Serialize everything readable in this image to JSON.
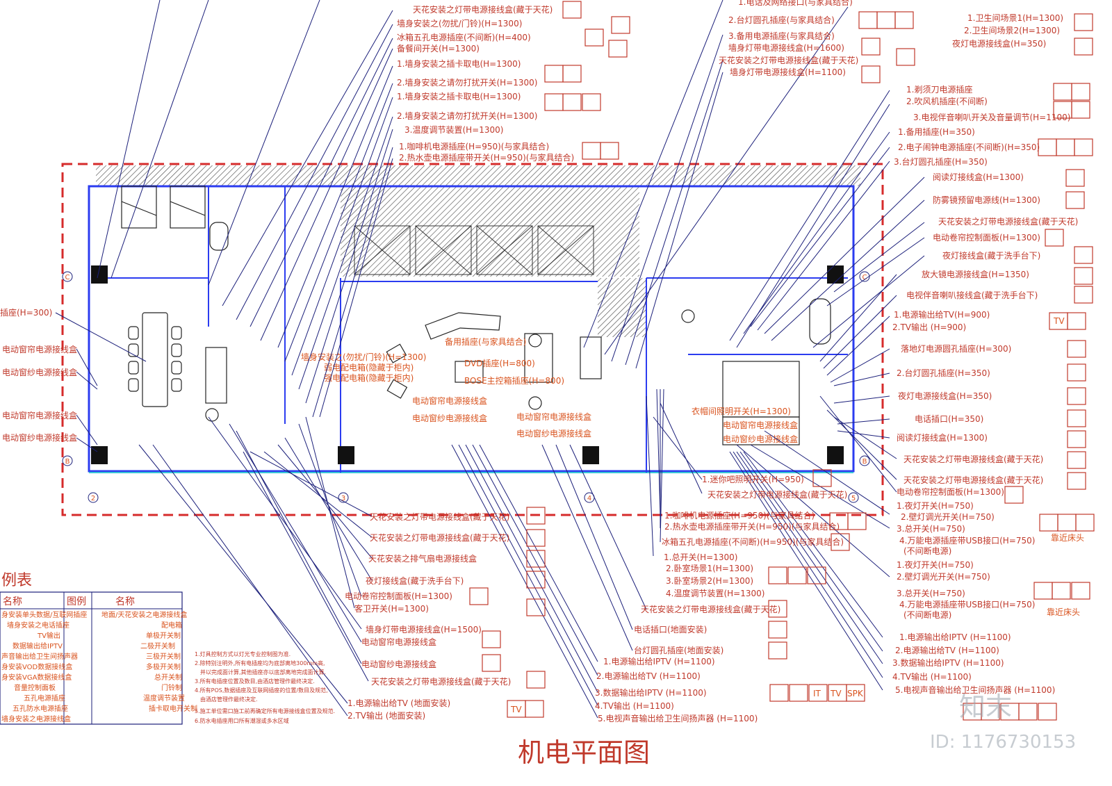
{
  "drawing_title": "机电平面图",
  "id_text": "ID: 1176730153",
  "watermark": "知末",
  "legend": {
    "title": "例表",
    "col_headers": [
      "名称",
      "图例",
      "名称"
    ],
    "left_names": [
      "身安装单头数据/互联网插座",
      "墙身安装之电话插座",
      "TV输出",
      "数据输出给IPTV",
      "声音输出给卫生间扬声器",
      "身安装VOD数据接线盒",
      "身安装VGA数据接线盒",
      "音量控制面板",
      "五孔电源插座",
      "五孔防水电源插座",
      "墙身安装之电源接线盒"
    ],
    "right_names": [
      "地面/天花安装之电源接线盒",
      "配电箱",
      "单极开关制",
      "二极开关制",
      "三极开关制",
      "多极开关制",
      "总开关制",
      "门铃制",
      "温度调节装置",
      "插卡取电开关制"
    ],
    "notes": [
      "1.灯具控制方式以灯光专业控制图为准.",
      "2.除特别注明外,所有电插座均为底部离地300mm高,",
      "并以完成面计算,其他插座亦以底部离地完成面计算.",
      "3.所有电插座位置及数目,由酒店管理作最终决定.",
      "4.所有POS,数据插座及互联网插座的位置/数目及规范,",
      "由酒店管理作最终决定.",
      "5.施工单位需口施工前再确定所有电源接线盒位置及规范.",
      "6.防水电插座用口所有潮湿或多水区域"
    ]
  },
  "top_labels": [
    "天花安装之灯带电源接线盒(藏于天花)",
    "墙身安装之(勿扰/门铃)(H=1300)",
    "冰箱五孔电源插座(不间断)(H=400)",
    "备餐间开关(H=1300)",
    "1.墙身安装之插卡取电(H=1300)",
    "2.墙身安装之请勿打扰开关(H=1300)",
    "1.墙身安装之插卡取电(H=1300)",
    "2.墙身安装之请勿打扰开关(H=1300)",
    "3.温度调节装置(H=1300)",
    "1.咖啡机电源插座(H=950)(与家具结合)",
    "2.热水壶电源插座带开关(H=950)(与家具结合)"
  ],
  "top_center_labels": [
    "1.电话及网络接口(与家具结合)",
    "2.台灯圆孔插座(与家具结合)",
    "3.备用电源插座(与家具结合)",
    "墙身灯带电源接线盒(H=1600)",
    "天花安装之灯带电源接线盒(藏于天花)",
    "墙身灯带电源接线盒(H=1100)"
  ],
  "right_labels": [
    "1.卫生间场景1(H=1300)",
    "2.卫生间场景2(H=1300)",
    "夜灯电源接线盒(H=350)",
    "1.剃须刀电源插座",
    "2.吹风机插座(不间断)",
    "3.电视伴音喇叭开关及音量调节(H=1100)",
    "1.备用插座(H=350)",
    "2.电子闹钟电源插座(不间断)(H=350)",
    "3.台灯圆孔插座(H=350)",
    "阅读灯接线盒(H=1300)",
    "防雾镜预留电源线(H=1300)",
    "天花安装之灯带电源接线盒(藏于天花)",
    "电动卷帘控制面板(H=1300)",
    "夜灯接线盒(藏于洗手台下)",
    "放大镜电源接线盒(H=1350)",
    "电视伴音喇叭接线盒(藏于洗手台下)",
    "1.电源输出给TV(H=900)",
    "2.TV输出 (H=900)",
    "落地灯电源圆孔插座(H=300)",
    "2.台灯圆孔插座(H=350)",
    "夜灯电源接线盒(H=350)",
    "电话插口(H=350)",
    "阅读灯接线盒(H=1300)",
    "天花安装之灯带电源接线盒(藏于天花)",
    "天花安装之灯带电源接线盒(藏于天花)",
    "电动卷帘控制面板(H=1300)"
  ],
  "right_bottom_labels": [
    "1.夜灯开关(H=750)",
    "2.壁灯调光开关(H=750)",
    "3.总开关(H=750)",
    "4.万能电源插座带USB接口(H=750)",
    "(不间断电源)",
    "靠近床头",
    "1.夜灯开关(H=750)",
    "2.壁灯调光开关(H=750)",
    "3.总开关(H=750)",
    "4.万能电源插座带USB接口(H=750)",
    "(不间断电源)",
    "靠近床头",
    "1.电源输出给IPTV (H=1100)",
    "2.电源输出给TV (H=1100)",
    "3.数据输出给IPTV (H=1100)",
    "4.TV输出 (H=1100)",
    "5.电视声音输出给卫生间扬声器 (H=1100)"
  ],
  "bottom_center_labels": [
    "天花安装之灯带电源接线盒(藏于天花)",
    "天花安装之灯带电源接线盒(藏于天花)",
    "天花安装之排气扇电源接线盒",
    "夜灯接线盒(藏于洗手台下)",
    "电动卷帘控制面板(H=1300)",
    "客卫开关(H=1300)",
    "墙身灯带电源接线盒(H=1500)",
    "电动窗帘电源接线盒",
    "电动窗纱电源接线盒",
    "天花安装之灯带电源接线盒(藏于天花)",
    "1.电源输出给TV (地面安装)",
    "2.TV输出 (地面安装)"
  ],
  "bottom_mid_labels": [
    "1.迷你吧照明开关(H=950)",
    "天花安装之灯带电源接线盒(藏于天花)",
    "1.咖啡机电源插座(H=950)(与家具结合)",
    "2.热水壶电源插座带开关(H=950)(与家具结合)",
    "冰箱五孔电源插座(不间断)(H=950)(与家具结合)",
    "1.总开关(H=1300)",
    "2.卧室场景1(H=1300)",
    "3.卧室场景2(H=1300)",
    "4.温度调节装置(H=1300)",
    "天花安装之灯带电源接线盒(藏于天花)",
    "电话插口(地面安装)",
    "台灯圆孔插座(地面安装)",
    "1.电源输出给IPTV (H=1100)",
    "2.电源输出给TV (H=1100)",
    "3.数据输出给IPTV (H=1100)",
    "4.TV输出 (H=1100)",
    "5.电视声音输出给卫生间扬声器 (H=1100)"
  ],
  "left_labels": [
    "插座(H=300)",
    "电动窗帘电源接线盒",
    "电动窗纱电源接线盒",
    "电动窗帘电源接线盒",
    "电动窗纱电源接线盒"
  ],
  "plan_labels": [
    "墙身安装之(勿扰/门铃)(H=1300)",
    "弱电配电箱(隐藏于柜内)",
    "强电配电箱(隐藏于柜内)",
    "电动窗帘电源接线盒",
    "电动窗纱电源接线盒",
    "BOSE主控箱插座(H=800)",
    "DVD插座(H=800)",
    "备用插座(与家具结合)",
    "电动窗帘电源接线盒",
    "电动窗纱电源接线盒",
    "衣帽间照明开关(H=1300)",
    "电动窗帘电源接线盒",
    "电动窗纱电源接线盒"
  ],
  "symbol_text": {
    "tv": "TV",
    "it": "IT",
    "spk": "SPK"
  },
  "grid_marks": [
    "C",
    "B",
    "2",
    "3",
    "4",
    "5",
    "C",
    "B"
  ],
  "colors": {
    "red": "#c0392b",
    "orange": "#d9531e",
    "blue": "#1b1f7a",
    "wall_blue": "#2b3cf0",
    "hatch": "#555555",
    "cyan": "#39c6d6"
  }
}
